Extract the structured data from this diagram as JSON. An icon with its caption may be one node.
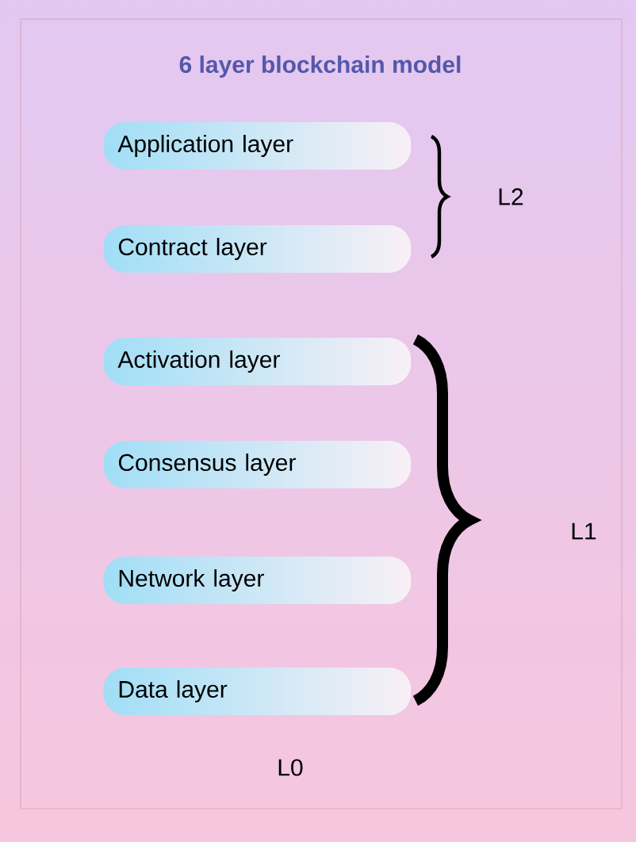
{
  "diagram": {
    "title": "6 layer blockchain model",
    "nodes": [
      {
        "text": [
          "Application layer"
        ]
      },
      {
        "text": [
          "Contract layer"
        ]
      },
      {
        "text": [
          "Activation layer"
        ]
      },
      {
        "text": [
          "Consensus layer"
        ]
      },
      {
        "text": [
          "Network layer"
        ]
      },
      {
        "text": [
          "Data layer"
        ]
      }
    ],
    "labels": [
      "L2",
      "L1",
      "L0"
    ]
  }
}
